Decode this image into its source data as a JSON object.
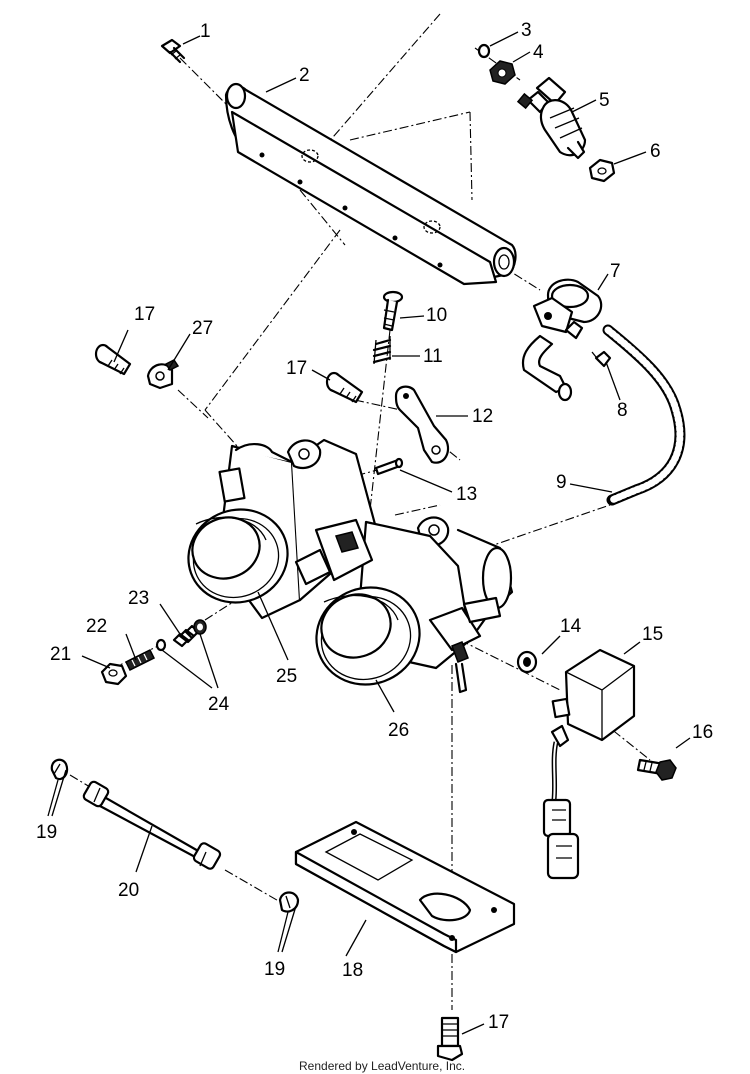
{
  "labels": {
    "p1": "1",
    "p2": "2",
    "p3": "3",
    "p4": "4",
    "p5": "5",
    "p6": "6",
    "p7": "7",
    "p8": "8",
    "p9": "9",
    "p10": "10",
    "p11": "11",
    "p12": "12",
    "p13": "13",
    "p14": "14",
    "p15": "15",
    "p16": "16",
    "p17a": "17",
    "p17b": "17",
    "p17c": "17",
    "p18": "18",
    "p19a": "19",
    "p19b": "19",
    "p20": "20",
    "p21": "21",
    "p22": "22",
    "p23": "23",
    "p24": "24",
    "p25": "25",
    "p26": "26",
    "p27": "27"
  },
  "footer": {
    "credit": "Rendered by LeadVenture, Inc."
  }
}
